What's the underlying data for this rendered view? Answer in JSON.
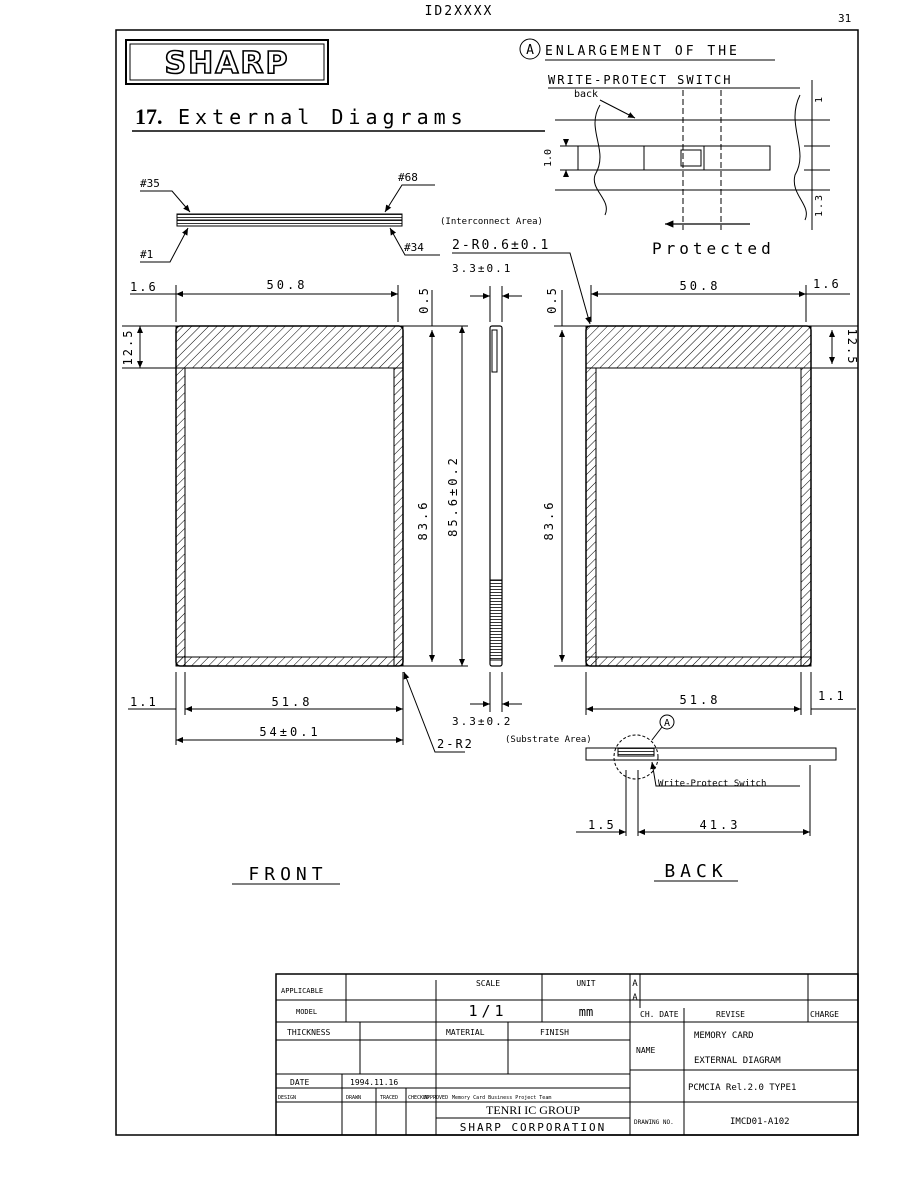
{
  "page": {
    "header": "ID2XXXX",
    "number": "31"
  },
  "logo": {
    "text": "SHARP"
  },
  "section": {
    "number": "17.",
    "title": "External Diagrams"
  },
  "enlargement": {
    "marker": "A",
    "line1": "ENLARGEMENT OF THE",
    "line2": "WRITE-PROTECT SWITCH",
    "back": "back",
    "dim_top": "1",
    "dim_slot": "1.0",
    "dim_bottom": "1.3",
    "state": "Protected"
  },
  "connector": {
    "pin35": "#35",
    "pin68": "#68",
    "pin1": "#1",
    "pin34": "#34"
  },
  "front": {
    "label": "FRONT",
    "dim_top_width": "50.8",
    "dim_left_offset": "1.6",
    "dim_label_area": "12.5",
    "dim_top_gap": "0.5",
    "dim_inner_height": "83.6",
    "dim_total_height": "85.6±0.2",
    "dim_bottom_width": "51.8",
    "dim_bottom_offset": "1.1",
    "dim_total_width": "54±0.1",
    "corner_radius": "2-R2"
  },
  "side": {
    "interconnect_note": "(Interconnect Area)",
    "corner_radius": "2-R0.6±0.1",
    "thickness_top": "3.3±0.1",
    "thickness_bottom": "3.3±0.2",
    "substrate_note": "(Substrate Area)"
  },
  "back": {
    "label": "BACK",
    "dim_top_gap": "0.5",
    "dim_top_width": "50.8",
    "dim_right_offset": "1.6",
    "dim_label_area": "12.5",
    "dim_inner_height": "83.6",
    "dim_bottom_width": "51.8",
    "dim_bottom_offset": "1.1",
    "switch_marker": "A",
    "switch_label": "Write-Protect Switch",
    "dim_switch_left": "1.5",
    "dim_switch_right": "41.3"
  },
  "title_block": {
    "applicable": "APPLICABLE",
    "model": "MODEL",
    "scale_label": "SCALE",
    "scale_value": "1/1",
    "unit_label": "UNIT",
    "unit_value": "mm",
    "rev_marker1": "A",
    "rev_marker2": "A",
    "ch_date": "CH. DATE",
    "revise": "REVISE",
    "charge": "CHARGE",
    "thickness": "THICKNESS",
    "material": "MATERIAL",
    "finish": "FINISH",
    "name_label": "NAME",
    "name_line1": "MEMORY CARD",
    "name_line2": "EXTERNAL DIAGRAM",
    "spec": "PCMCIA Rel.2.0 TYPE1",
    "date_label": "DATE",
    "date_value": "1994.11.16",
    "design": "DESIGN",
    "drawn": "DRAWN",
    "traced": "TRACED",
    "checked": "CHECKED",
    "approved": "APPROVED",
    "team": "Memory Card Business Project Team",
    "group": "TENRI IC GROUP",
    "corporation": "SHARP CORPORATION",
    "drawing_no_label": "DRAWING NO.",
    "drawing_no": "IMCD01-A102"
  }
}
